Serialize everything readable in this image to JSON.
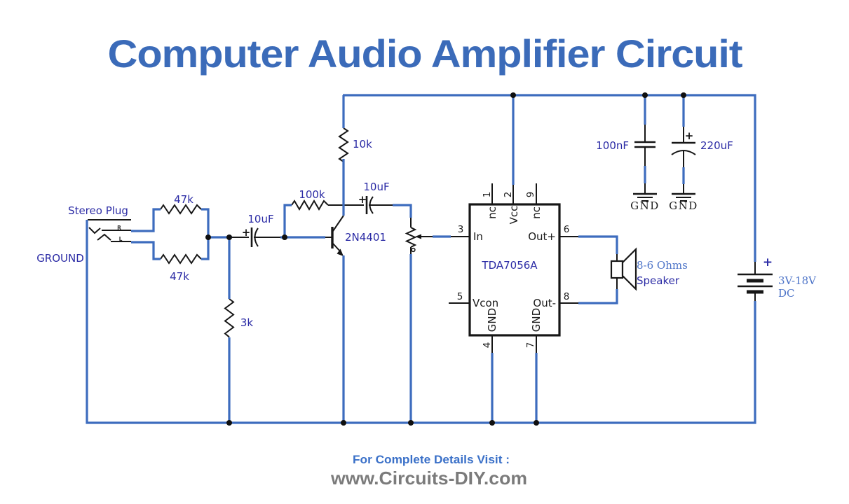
{
  "title": "Computer Audio Amplifier Circuit",
  "colors": {
    "wire_blue": "#3d6cbe",
    "component_black": "#161616",
    "label_navy": "#2b2ba5",
    "serif_blue": "#4d74c8",
    "title_blue": "#3b6bb9",
    "footer_blue": "#3a70c8",
    "footer_gray": "#7b7b7b"
  },
  "input": {
    "stereo_plug": "Stereo Plug",
    "ground": "GROUND",
    "right_channel": "R",
    "left_channel": "L"
  },
  "components": {
    "r1_value": "47k",
    "r2_value": "47k",
    "c1_value": "10uF",
    "c1_plus": "+",
    "r3_value": "100k",
    "r4_value": "10k",
    "c2_value": "10uF",
    "c2_plus": "+",
    "q1_value": "2N4401",
    "r5_value": "3k",
    "c3_value": "100nF",
    "c4_value": "220uF",
    "c4_plus": "+",
    "gnd1": "GND",
    "gnd2": "GND",
    "speaker_impedance": "8-6 Ohms",
    "speaker_label": "Speaker",
    "battery_plus": "+",
    "battery_voltage": "3V-18V",
    "battery_type": "DC"
  },
  "ic": {
    "name": "TDA7056A",
    "pins": [
      {
        "num": "1",
        "name": "nc"
      },
      {
        "num": "2",
        "name": "Vcc"
      },
      {
        "num": "9",
        "name": "nc"
      },
      {
        "num": "3",
        "name": "In"
      },
      {
        "num": "5",
        "name": "Vcon"
      },
      {
        "num": "6",
        "name": "Out+"
      },
      {
        "num": "8",
        "name": "Out-"
      },
      {
        "num": "4",
        "name": "GND"
      },
      {
        "num": "7",
        "name": "GND"
      }
    ]
  },
  "footer": {
    "visit": "For Complete Details Visit :",
    "site": "www.Circuits-DIY.com"
  }
}
